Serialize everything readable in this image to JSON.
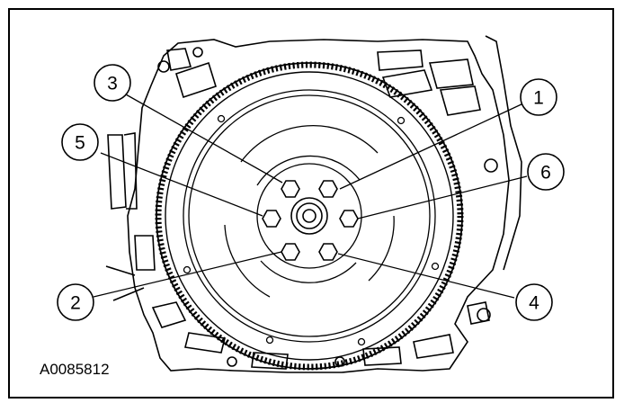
{
  "figure_id": "A0085812",
  "callouts": [
    {
      "number": "1",
      "bolt": "bolt-1"
    },
    {
      "number": "2",
      "bolt": "bolt-2"
    },
    {
      "number": "3",
      "bolt": "bolt-3"
    },
    {
      "number": "4",
      "bolt": "bolt-4"
    },
    {
      "number": "5",
      "bolt": "bolt-5"
    },
    {
      "number": "6",
      "bolt": "bolt-6"
    }
  ],
  "colors": {
    "line": "#000000",
    "background": "#ffffff"
  }
}
